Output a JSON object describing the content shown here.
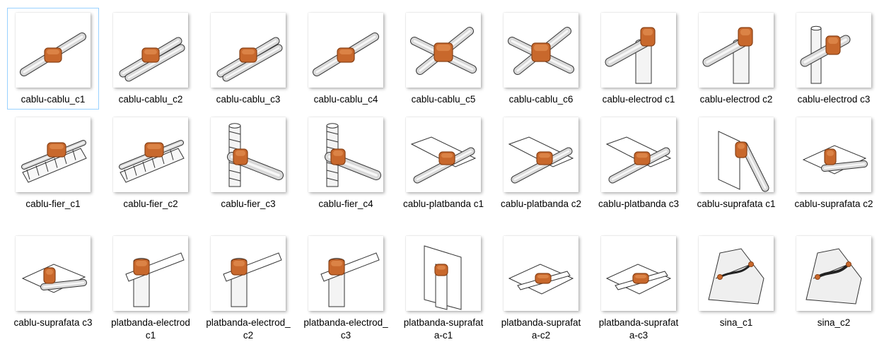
{
  "accent_selection_border": "#99d1ff",
  "thumbnail_colors": {
    "connector": "#c8682c",
    "connector_dark": "#8a4318",
    "connector_light": "#e08a4e",
    "metal": "#d9d9d9",
    "line": "#333333"
  },
  "files": [
    {
      "label": "cablu-cablu_c1",
      "icon": "cable-connector-thumbnail",
      "selected": true
    },
    {
      "label": "cablu-cablu_c2",
      "icon": "cable-connector-thumbnail"
    },
    {
      "label": "cablu-cablu_c3",
      "icon": "cable-connector-thumbnail"
    },
    {
      "label": "cablu-cablu_c4",
      "icon": "cable-connector-thumbnail"
    },
    {
      "label": "cablu-cablu_c5",
      "icon": "cable-cross-connector-thumbnail"
    },
    {
      "label": "cablu-cablu_c6",
      "icon": "cable-cross-connector-thumbnail"
    },
    {
      "label": "cablu-electrod c1",
      "icon": "cable-electrode-thumbnail"
    },
    {
      "label": "cablu-electrod c2",
      "icon": "cable-electrode-thumbnail"
    },
    {
      "label": "cablu-electrod c3",
      "icon": "cable-electrode-thumbnail"
    },
    {
      "label": "cablu-fier_c1",
      "icon": "cable-rebar-thumbnail"
    },
    {
      "label": "cablu-fier_c2",
      "icon": "cable-rebar-thumbnail"
    },
    {
      "label": "cablu-fier_c3",
      "icon": "cable-rebar-vertical-thumbnail"
    },
    {
      "label": "cablu-fier_c4",
      "icon": "cable-rebar-vertical-thumbnail"
    },
    {
      "label": "cablu-platbanda c1",
      "icon": "cable-flatbar-thumbnail"
    },
    {
      "label": "cablu-platbanda c2",
      "icon": "cable-flatbar-thumbnail"
    },
    {
      "label": "cablu-platbanda c3",
      "icon": "cable-flatbar-thumbnail"
    },
    {
      "label": "cablu-suprafata c1",
      "icon": "cable-surface-thumbnail"
    },
    {
      "label": "cablu-suprafata c2",
      "icon": "cable-surface-thumbnail"
    },
    {
      "label": "cablu-suprafata c3",
      "icon": "cable-surface-thumbnail"
    },
    {
      "label": "platbanda-electrod c1",
      "icon": "flatbar-electrode-thumbnail"
    },
    {
      "label": "platbanda-electrod_c2",
      "icon": "flatbar-electrode-thumbnail"
    },
    {
      "label": "platbanda-electrod_c3",
      "icon": "flatbar-electrode-thumbnail"
    },
    {
      "label": "platbanda-suprafata-c1",
      "icon": "flatbar-surface-thumbnail"
    },
    {
      "label": "platbanda-suprafata-c2",
      "icon": "flatbar-surface-thumbnail"
    },
    {
      "label": "platbanda-suprafata-c3",
      "icon": "flatbar-surface-thumbnail"
    },
    {
      "label": "sina_c1",
      "icon": "rail-thumbnail"
    },
    {
      "label": "sina_c2",
      "icon": "rail-thumbnail"
    }
  ]
}
